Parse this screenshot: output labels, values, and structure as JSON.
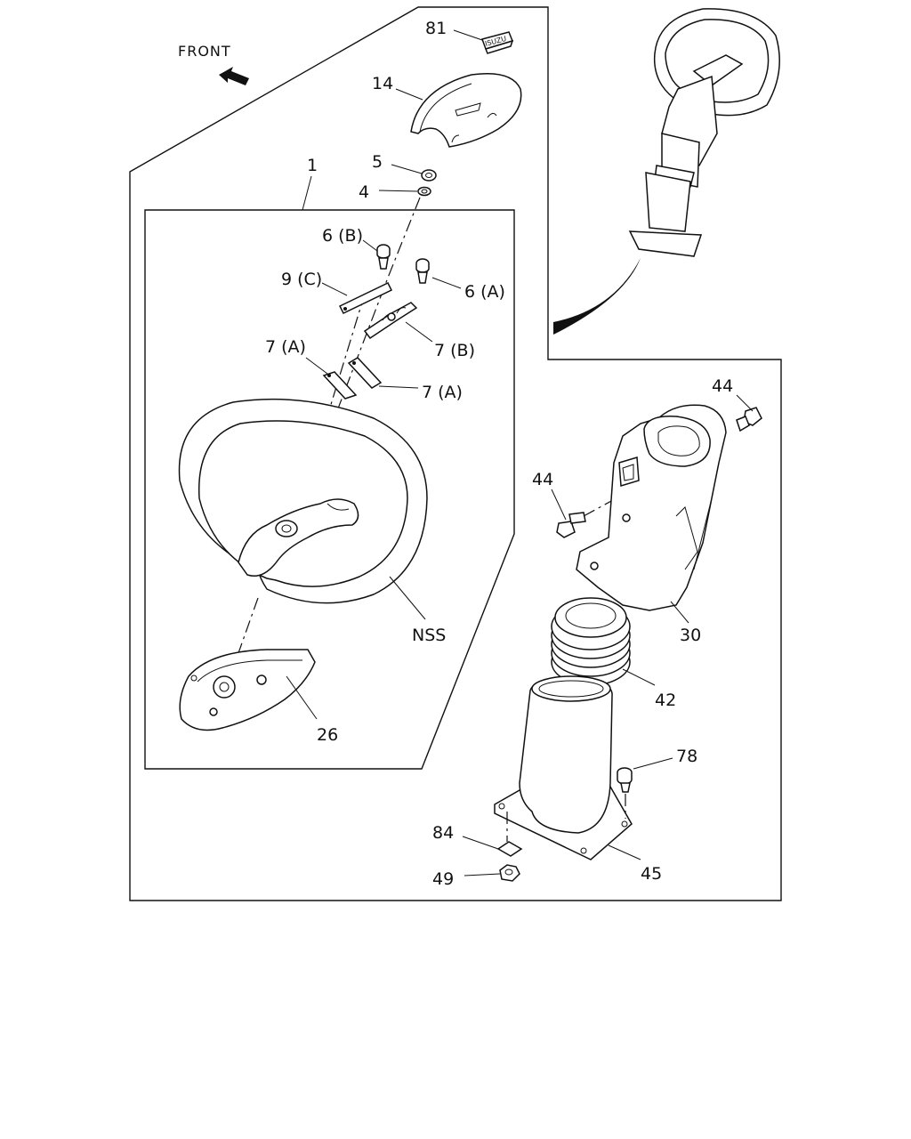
{
  "diagram": {
    "front_label": "FRONT",
    "logo_text": "ISUZU",
    "callouts": {
      "p81": "81",
      "p14": "14",
      "p5": "5",
      "p4": "4",
      "p1": "1",
      "p6b": "6 (B)",
      "p9c": "9 (C)",
      "p6a": "6 (A)",
      "p7b": "7 (B)",
      "p7a_left": "7 (A)",
      "p7a_right": "7 (A)",
      "pnss": "NSS",
      "p26": "26",
      "p44_top": "44",
      "p44_left": "44",
      "p30": "30",
      "p42": "42",
      "p78": "78",
      "p84": "84",
      "p49": "49",
      "p45": "45"
    }
  }
}
